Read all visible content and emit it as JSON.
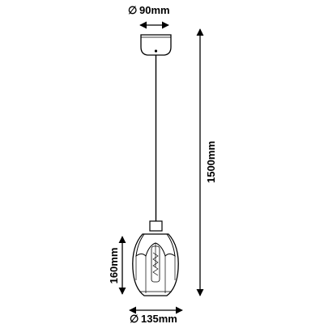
{
  "dimensions": {
    "canopy_diameter": "90mm",
    "total_height": "1500mm",
    "shade_height": "160mm",
    "shade_diameter": "135mm",
    "diameter_symbol": "∅"
  },
  "colors": {
    "line": "#000000",
    "background": "#ffffff"
  }
}
